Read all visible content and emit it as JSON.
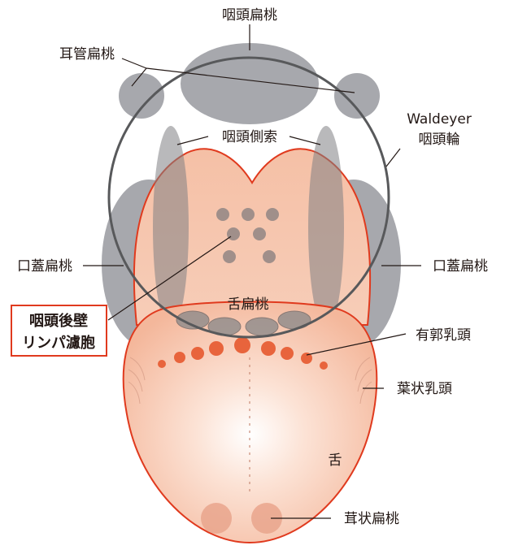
{
  "labels": {
    "pharyngeal_tonsil": "咽頭扁桃",
    "tubal_tonsil": "耳管扁桃",
    "lateral_band": "咽頭側索",
    "waldeyer_line1": "Waldeyer",
    "waldeyer_line2": "咽頭輪",
    "palatine_tonsil_left": "口蓋扁桃",
    "palatine_tonsil_right": "口蓋扁桃",
    "lingual_tonsil": "舌扁桃",
    "circumvallate_papillae": "有郭乳頭",
    "foliate_papillae": "葉状乳頭",
    "tongue": "舌",
    "fungiform_tonsil": "茸状扁桃",
    "posterior_wall_line1": "咽頭後壁",
    "posterior_wall_line2": "リンパ濾胞"
  },
  "colors": {
    "tonsil_gray": "#a7a8ad",
    "tongue_fill": "#f7c6ae",
    "tongue_outline": "#e03a1e",
    "papilla_orange": "#e8643c",
    "ring_stroke": "#58595b",
    "highlight_box": "#e03a1e"
  }
}
